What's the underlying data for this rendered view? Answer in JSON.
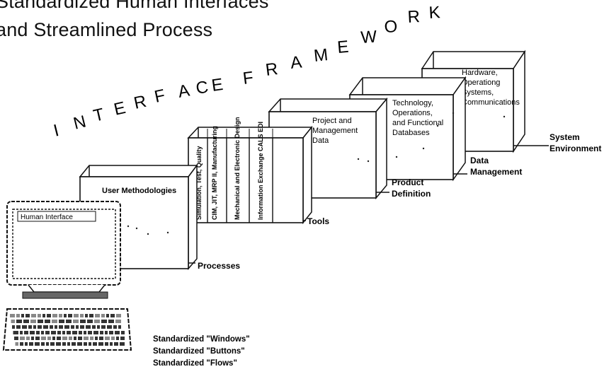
{
  "title": {
    "line1": "Standardized Human Interfaces",
    "line2": "and Streamlined Process"
  },
  "framework_text": "INTERFACE FRAMEWORK",
  "layers": {
    "processes": {
      "label": "Processes",
      "box_text": "User Methodologies"
    },
    "tools": {
      "label": "Tools",
      "slices": [
        "Simulation, Test, Quality",
        "CIM, JIT, MRP II, Manufacturing",
        "Mechanical and Electronic Design",
        "Information Exchange CALS EDI"
      ]
    },
    "product_definition": {
      "label_line1": "Product",
      "label_line2": "Definition",
      "box_lines": [
        "Project and",
        "Management",
        "Data"
      ]
    },
    "data_management": {
      "label_line1": "Data",
      "label_line2": "Management",
      "box_lines": [
        "Technology,",
        "Operations,",
        "and Functional",
        "Databases"
      ]
    },
    "system_environment": {
      "label_line1": "System",
      "label_line2": "Environment",
      "box_lines": [
        "Hardware,",
        "Operationg",
        "Systems,",
        "Communications"
      ]
    }
  },
  "computer": {
    "screen_label": "Human Interface"
  },
  "standards": [
    "Standardized \"Windows\"",
    "Standardized \"Buttons\"",
    "Standardized \"Flows\""
  ]
}
